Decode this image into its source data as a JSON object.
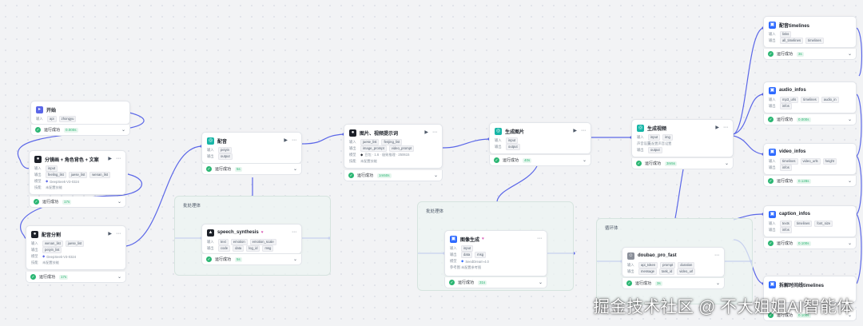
{
  "common": {
    "status_label": "运行成功"
  },
  "nodes": {
    "start": {
      "title": "开始",
      "rows": [
        {
          "label": "输入",
          "tags": [
            "api",
            "zhongyu"
          ]
        }
      ],
      "time": "0.000s"
    },
    "split": {
      "title": "分镜画 + 角色背色 + 文案",
      "rows": [
        {
          "label": "输入",
          "tags": [
            "input"
          ]
        },
        {
          "label": "输出",
          "tags": [
            "feeling_list",
            "juese_list",
            "wenan_list"
          ]
        },
        {
          "label": "模型",
          "text": "DeepSeek-V3-0324"
        },
        {
          "label": "技能",
          "text": "未配置技能"
        }
      ],
      "time": "17s"
    },
    "dub_split": {
      "title": "配音分割",
      "rows": [
        {
          "label": "输入",
          "tags": [
            "wenan_list",
            "juese_list"
          ]
        },
        {
          "label": "输出",
          "tags": [
            "peiyin_list"
          ]
        },
        {
          "label": "模型",
          "text": "DeepSeek-V3-0324"
        },
        {
          "label": "技能",
          "text": "未配置技能"
        }
      ],
      "time": "17s"
    },
    "dub": {
      "title": "配音",
      "rows": [
        {
          "label": "输入",
          "tags": [
            "peiyin"
          ]
        },
        {
          "label": "输出",
          "tags": [
            "output"
          ]
        }
      ],
      "time": "5s"
    },
    "speech": {
      "title": "speech_synthesis",
      "rows": [
        {
          "label": "输入",
          "tags": [
            "text",
            "emotion",
            "emotion_scale"
          ]
        },
        {
          "label": "输出",
          "tags": [
            "code",
            "data",
            "log_id",
            "msg"
          ]
        }
      ],
      "time": "5s"
    },
    "prompt": {
      "title": "图片、视频提示词",
      "rows": [
        {
          "label": "输入",
          "tags": [
            "juese_list",
            "fenjing_list"
          ]
        },
        {
          "label": "输出",
          "tags": [
            "image_prompt",
            "video_prompt"
          ]
        },
        {
          "label": "模型",
          "text": "豆包 · 1.6 · 极致推理 · 250615"
        },
        {
          "label": "技能",
          "text": "未配置技能"
        }
      ],
      "time": "1m50s"
    },
    "genimg": {
      "title": "生成图片",
      "rows": [
        {
          "label": "输入",
          "tags": [
            "input"
          ]
        },
        {
          "label": "输出",
          "tags": [
            "output"
          ]
        }
      ],
      "time": "40s"
    },
    "imggen": {
      "title": "图像生成",
      "rows": [
        {
          "label": "输入",
          "tags": [
            "input"
          ]
        },
        {
          "label": "输出",
          "tags": [
            "data",
            "msg"
          ]
        },
        {
          "label": "模型",
          "text": "SeedDream-4.0"
        },
        {
          "label": "参考图",
          "text": "未配置参考图"
        }
      ],
      "time": "31s"
    },
    "genvid": {
      "title": "生成视频",
      "rows": [
        {
          "label": "输入",
          "tags": [
            "input",
            "img"
          ]
        },
        {
          "label": "声音设置",
          "text": "无配置声音设置"
        },
        {
          "label": "输出",
          "tags": [
            "output"
          ]
        }
      ],
      "time": "3m5s"
    },
    "doubao": {
      "title": "doubao_pro_fast",
      "rows": [
        {
          "label": "输入",
          "tags": [
            "api_token",
            "prompt",
            "duration"
          ]
        },
        {
          "label": "输出",
          "tags": [
            "message",
            "task_id",
            "video_url"
          ]
        }
      ],
      "time": "3s"
    },
    "timelines": {
      "title": "配音timelines",
      "rows": [
        {
          "label": "输入",
          "tags": [
            "links"
          ]
        },
        {
          "label": "输出",
          "tags": [
            "all_timelines",
            "timelines"
          ]
        }
      ],
      "time": "3s"
    },
    "audio": {
      "title": "audio_infos",
      "rows": [
        {
          "label": "输入",
          "tags": [
            "mp3_urls",
            "timelines",
            "audio_in"
          ]
        },
        {
          "label": "输出",
          "tags": [
            "infos"
          ]
        }
      ],
      "time": "0.000s"
    },
    "video": {
      "title": "video_infos",
      "rows": [
        {
          "label": "输入",
          "tags": [
            "timelines",
            "video_urls",
            "height"
          ]
        },
        {
          "label": "输出",
          "tags": [
            "infos"
          ]
        }
      ],
      "time": "0.128s"
    },
    "caption": {
      "title": "caption_infos",
      "rows": [
        {
          "label": "输入",
          "tags": [
            "texts",
            "timelines",
            "font_size"
          ]
        },
        {
          "label": "输出",
          "tags": [
            "infos"
          ]
        }
      ],
      "time": "0.100s"
    },
    "split_tl": {
      "title": "拆解时间线timelines",
      "rows": [],
      "time": "0.100s"
    }
  },
  "groups": {
    "batch1": "批处理体",
    "batch2": "批处理体",
    "loop": "循环体"
  },
  "watermark": "掘金技术社区 @ 不大姐姐AI智能体"
}
